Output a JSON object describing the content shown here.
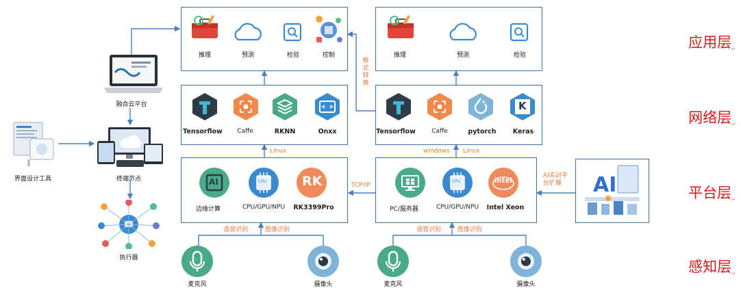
{
  "layers": {
    "app": "应用层",
    "net": "网络层",
    "platform": "平台层",
    "perception": "感知层"
  },
  "left": {
    "fusion_cloud": "融合云平台",
    "ui_tool": "界面设计工具",
    "terminal": "终端节点",
    "executor": "执行器"
  },
  "app_left": [
    "推理",
    "预测",
    "检验",
    "控制"
  ],
  "app_right": [
    "推理",
    "预测",
    "检验"
  ],
  "net_left": [
    "Tensorflow",
    "Caffe",
    "RKNN",
    "Onxx"
  ],
  "net_right": [
    "Tensorflow",
    "Caffe",
    "pytorch",
    "Keras"
  ],
  "plat_left": [
    "边缘计算",
    "CPU/GPU/NPU",
    "RK3399Pro"
  ],
  "plat_right": [
    "PC/服务器",
    "CPU/GPU/NPU",
    "Intel Xeon"
  ],
  "sensors": {
    "mic": "麦克风",
    "camera": "摄像头"
  },
  "notes": {
    "linux": "Linux",
    "windows": "windows",
    "tcpip": "TCP/IP",
    "format": "格式转换",
    "ai_ext": "AI实训平台扩展",
    "voice": "语音识别",
    "image": "图像识别"
  },
  "icon_text": {
    "ai": "AI",
    "rk": "RK",
    "cpu": "CPU",
    "intel": "intel",
    "k": "K"
  },
  "colors": {
    "border": "#3d6fa8",
    "arrow": "#4a7ec0",
    "note": "#e07c3e",
    "layer": "#d21c1c",
    "teal": "#4aa88b"
  }
}
